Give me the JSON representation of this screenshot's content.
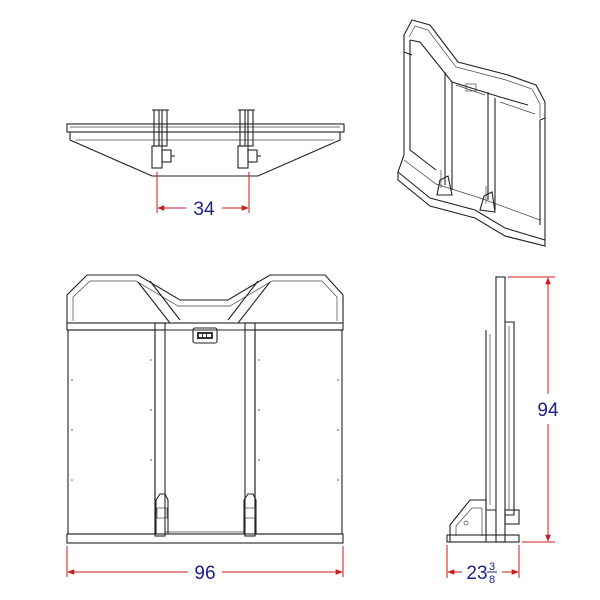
{
  "dimensions": {
    "top_view_width": "34",
    "front_view_width": "96",
    "side_view_height": "94",
    "side_view_depth_whole": "23",
    "side_view_depth_num": "3",
    "side_view_depth_den": "8"
  },
  "colors": {
    "drawing_line": "#222222",
    "dimension_line": "#cc1a1a",
    "dimension_text": "#1a1f8c"
  }
}
